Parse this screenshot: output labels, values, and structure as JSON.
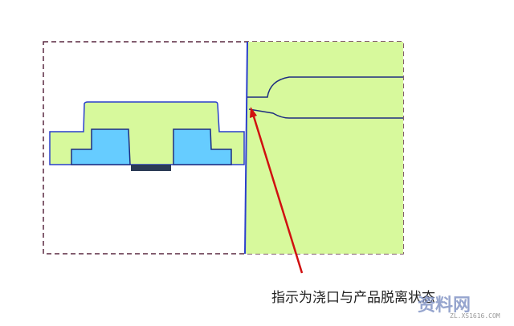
{
  "caption": "指示为浇口与产品脱离状态",
  "watermark": {
    "text": "资料网",
    "url": "ZL.XS1616.COM"
  },
  "colors": {
    "plastic": "#d7f99c",
    "insert": "#66ccff",
    "outline": "#2a3fcc",
    "arrow": "#d01010",
    "border": "#5a2840",
    "bar": "#2b3a55"
  }
}
